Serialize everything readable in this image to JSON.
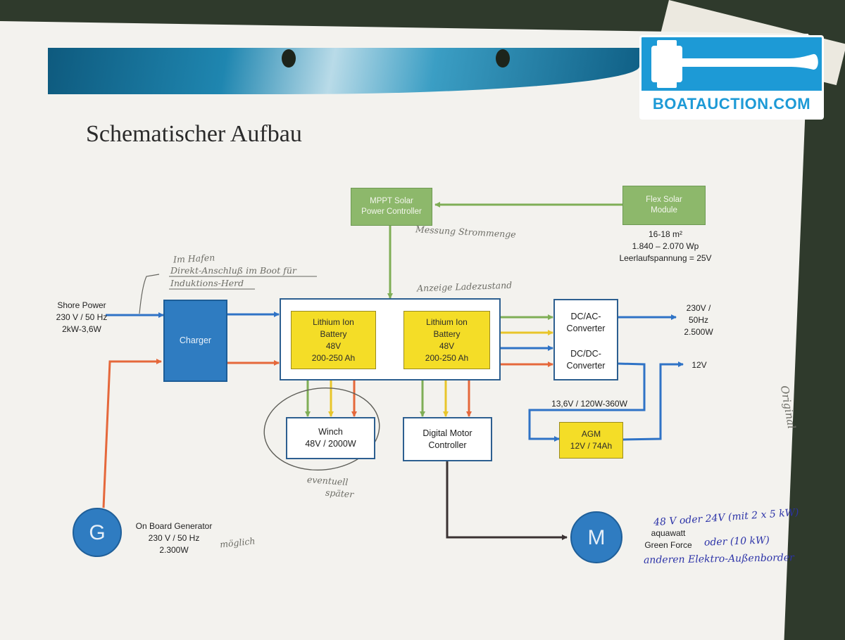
{
  "title": "Schematischer Aufbau",
  "logo": {
    "text": "BOATAUCTION.COM"
  },
  "nodes": {
    "mppt": "MPPT Solar\nPower Controller",
    "flex_solar": "Flex Solar\nModule",
    "charger": "Charger",
    "battery1": "Lithium Ion\nBattery\n48V\n200-250 Ah",
    "battery2": "Lithium Ion\nBattery\n48V\n200-250 Ah",
    "dc_ac": "DC/AC-\nConverter",
    "dc_dc": "DC/DC-\nConverter",
    "winch": "Winch\n48V / 2000W",
    "motor_controller": "Digital Motor\nController",
    "agm": "AGM\n12V / 74Ah",
    "generator": "G",
    "motor": "M"
  },
  "labels": {
    "solar_specs": "16-18 m²\n1.840 – 2.070 Wp\nLeerlaufspannung = 25V",
    "shore_power": "Shore Power\n230 V / 50 Hz\n2kW-3,6W",
    "ac_out": "230V /\n50Hz\n2.500W",
    "dc_out": "12V",
    "agm_charge": "13,6V / 120W-360W",
    "generator": "On Board Generator\n230 V / 50 Hz\n2.300W",
    "motor": "aquawatt\nGreen Force"
  },
  "handwritten": {
    "messung": "Messung Strommenge",
    "hafen_1": "Im Hafen",
    "hafen_2": "Direkt-Anschluß im Boot für",
    "hafen_3": "Induktions-Herd",
    "anzeige": "Anzeige Ladezustand",
    "eventuell_1": "eventuell",
    "eventuell_2": "später",
    "moeglich": "möglich",
    "original": "Original",
    "motor_note_1": "48 V oder 24V (mit 2 x 5 kW)",
    "motor_note_2": "oder (10 kW)",
    "motor_note_3": "anderen Elektro-Außenborder"
  },
  "colors": {
    "dc": "#2f73c6",
    "ac": "#e5683b",
    "green": "#7fae56",
    "yellow": "#e8c52a",
    "battery": "#f4dd27",
    "module": "#8db86b",
    "motor_line": "#3a3232"
  }
}
